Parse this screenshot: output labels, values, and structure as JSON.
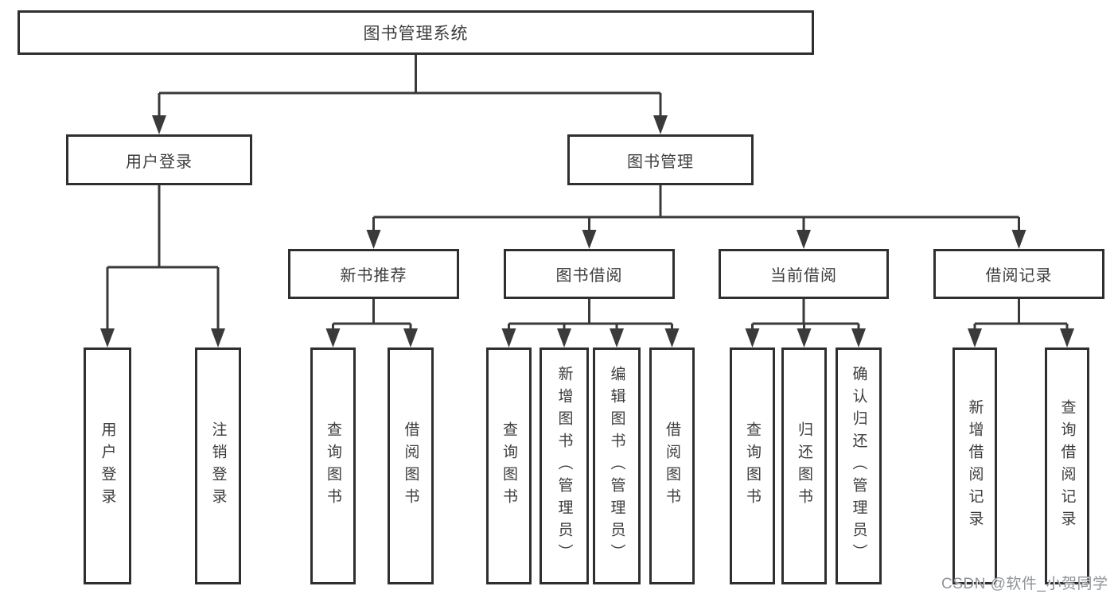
{
  "diagram": {
    "root": "图书管理系统",
    "user_login": {
      "label": "用户登录",
      "children": [
        "用户登录",
        "注销登录"
      ]
    },
    "book_mgmt": {
      "label": "图书管理",
      "sections": [
        {
          "label": "新书推荐",
          "children": [
            "查询图书",
            "借阅图书"
          ]
        },
        {
          "label": "图书借阅",
          "children": [
            "查询图书",
            "新增图书（管理员）",
            "编辑图书（管理员）",
            "借阅图书"
          ]
        },
        {
          "label": "当前借阅",
          "children": [
            "查询图书",
            "归还图书",
            "确认归还（管理员）"
          ]
        },
        {
          "label": "借阅记录",
          "children": [
            "新增借阅记录",
            "查询借阅记录"
          ]
        }
      ]
    }
  },
  "watermark": "CSDN @软件_小贺同学",
  "colors": {
    "line": "#3a3a3a",
    "box_border": "#2f2f2f",
    "text": "#3d3d3d",
    "watermark_text": "#8f9399",
    "background": "#ffffff"
  }
}
